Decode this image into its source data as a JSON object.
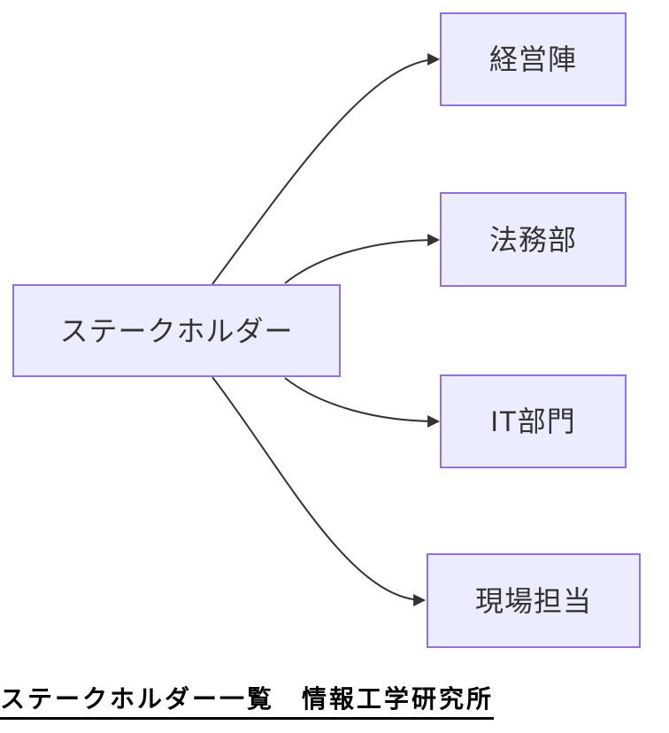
{
  "theme": {
    "background": "#ffffff",
    "node-fill": "#ECECFF",
    "node-border": "#9370DB",
    "node-text": "#333333",
    "edge-color": "#333333",
    "caption-color": "#000000"
  },
  "diagram": {
    "type": "flowchart-left-to-right",
    "root": {
      "label": "ステークホルダー"
    },
    "children": [
      {
        "label": "経営陣"
      },
      {
        "label": "法務部"
      },
      {
        "label": "IT部門"
      },
      {
        "label": "現場担当"
      }
    ],
    "edges": [
      {
        "from": "ステークホルダー",
        "to": "経営陣"
      },
      {
        "from": "ステークホルダー",
        "to": "法務部"
      },
      {
        "from": "ステークホルダー",
        "to": "IT部門"
      },
      {
        "from": "ステークホルダー",
        "to": "現場担当"
      }
    ]
  },
  "caption": {
    "text": "ステークホルダー一覧　情報工学研究所"
  }
}
